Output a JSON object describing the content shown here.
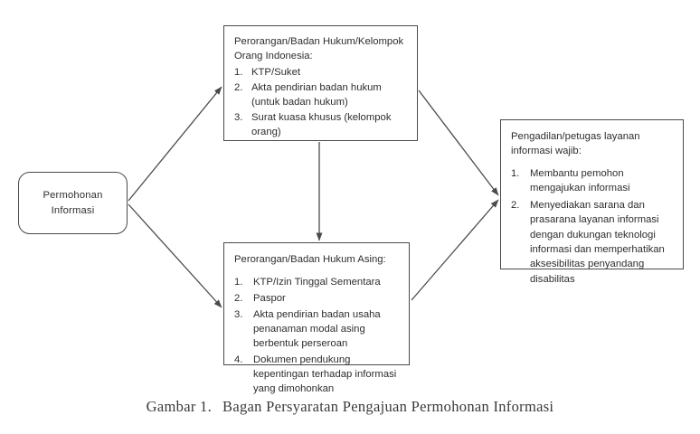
{
  "diagram": {
    "start_node": {
      "line1": "Permohonan",
      "line2": "Informasi"
    },
    "applicant_domestic": {
      "heading": "Perorangan/Badan Hukum/Kelompok Orang Indonesia:",
      "items": [
        {
          "marker": "1.",
          "text": "KTP/Suket"
        },
        {
          "marker": "2.",
          "text": "Akta pendirian badan hukum (untuk badan hukum)"
        },
        {
          "marker": "3.",
          "text": "Surat kuasa khusus (kelompok orang)"
        }
      ]
    },
    "applicant_foreign": {
      "heading": "Perorangan/Badan Hukum Asing:",
      "items": [
        {
          "marker": "1.",
          "text": "KTP/Izin Tinggal Sementara"
        },
        {
          "marker": "2.",
          "text": "Paspor"
        },
        {
          "marker": "3.",
          "text": "Akta pendirian badan usaha penanaman modal asing berbentuk perseroan"
        },
        {
          "marker": "4.",
          "text": "Dokumen pendukung kepentingan terhadap informasi yang dimohonkan"
        }
      ]
    },
    "obligations": {
      "heading": "Pengadilan/petugas layanan informasi wajib:",
      "items": [
        {
          "marker": "1.",
          "text": "Membantu pemohon mengajukan informasi"
        },
        {
          "marker": "2.",
          "text": "Menyediakan sarana dan prasarana layanan informasi dengan dukungan teknologi informasi dan memperhatikan aksesibilitas penyandang disabilitas"
        }
      ]
    },
    "caption": {
      "label": "Gambar 1.",
      "text": "Bagan Persyaratan Pengajuan Permohonan Informasi"
    },
    "colors": {
      "line": "#4a4a4a",
      "text": "#2d2d2d",
      "background": "#ffffff"
    }
  }
}
